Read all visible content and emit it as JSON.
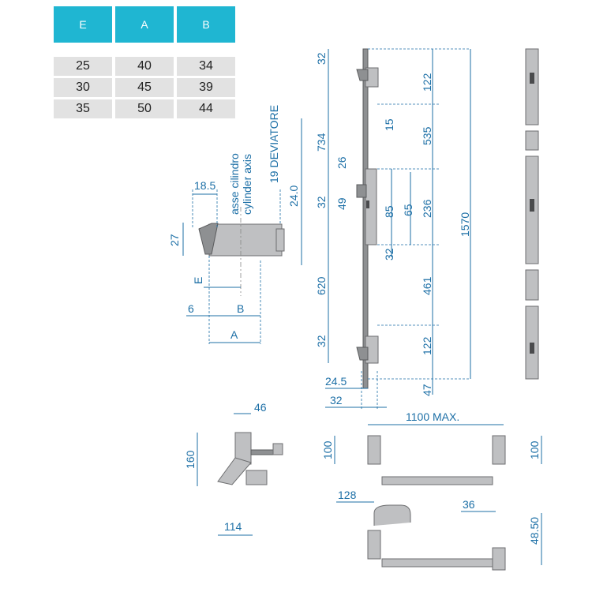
{
  "table": {
    "headers": [
      "E",
      "A",
      "B"
    ],
    "rows": [
      [
        "25",
        "40",
        "34"
      ],
      [
        "30",
        "45",
        "39"
      ],
      [
        "35",
        "50",
        "44"
      ]
    ],
    "header_color": "#1fb6d2",
    "cell_color": "#e2e2e2"
  },
  "labels": {
    "cylinder_axis_it": "asse cilindro",
    "cylinder_axis_en": "cylinder axis",
    "deviatore": "19 DEVIATORE",
    "d_18_5": "18.5",
    "d_27": "27",
    "d_24_0": "24.0",
    "d_E": "E",
    "d_6": "6",
    "d_B": "B",
    "d_A": "A",
    "d_32_top": "32",
    "d_122_top": "122",
    "d_734": "734",
    "d_15": "15",
    "d_535": "535",
    "d_26": "26",
    "d_32_mid": "32",
    "d_49": "49",
    "d_85": "85",
    "d_65": "65",
    "d_236": "236",
    "d_1570": "1570",
    "d_32_low": "32",
    "d_620": "620",
    "d_461": "461",
    "d_32_bot": "32",
    "d_122_bot": "122",
    "d_24_5": "24.5",
    "d_47": "47",
    "d_32_base": "32",
    "d_46": "46",
    "d_160": "160",
    "d_114": "114",
    "d_1100": "1100 MAX.",
    "d_100_left": "100",
    "d_100_right": "100",
    "d_128": "128",
    "d_36": "36",
    "d_48_50": "48.50"
  },
  "colors": {
    "dimension": "#1c6fa6",
    "metal_light": "#bfc0c2",
    "metal_dark": "#8e9092"
  }
}
